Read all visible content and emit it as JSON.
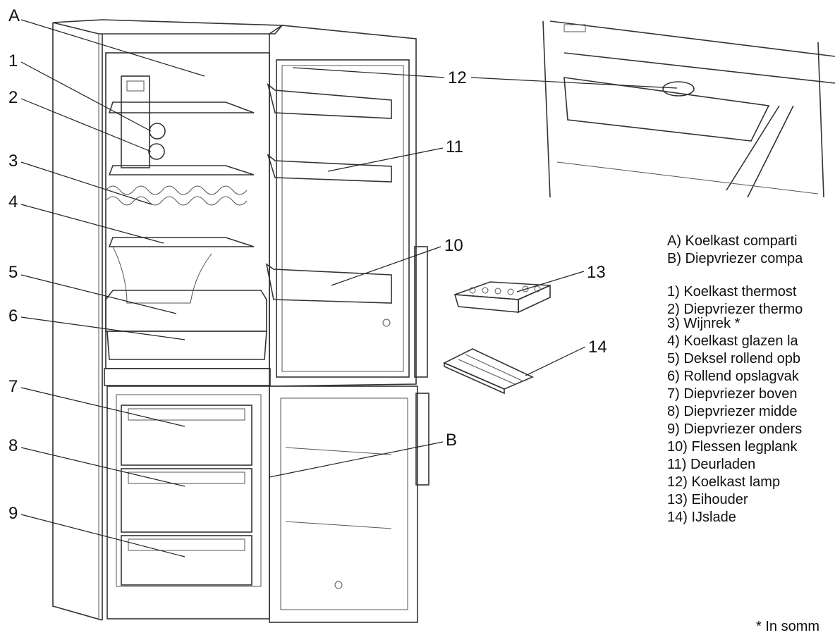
{
  "callouts": {
    "A": "A",
    "B": "B",
    "n1": "1",
    "n2": "2",
    "n3": "3",
    "n4": "4",
    "n5": "5",
    "n6": "6",
    "n7": "7",
    "n8": "8",
    "n9": "9",
    "n10": "10",
    "n11": "11",
    "n12": "12",
    "n13": "13",
    "n14": "14"
  },
  "legend": {
    "compartments": [
      "A) Koelkast comparti",
      "B) Diepvriezer compa"
    ],
    "parts": [
      "1) Koelkast thermost",
      "2) Diepvriezer thermo",
      "3) Wijnrek *",
      "4) Koelkast glazen la",
      "5) Deksel rollend opb",
      "6) Rollend opslagvak",
      "7) Diepvriezer boven",
      "8) Diepvriezer midde",
      "9) Diepvriezer onders",
      "10) Flessen legplank",
      "11) Deurladen",
      "12)  Koelkast lamp",
      "13) Eihouder",
      "14) IJslade"
    ],
    "footnote": "* In somm"
  }
}
